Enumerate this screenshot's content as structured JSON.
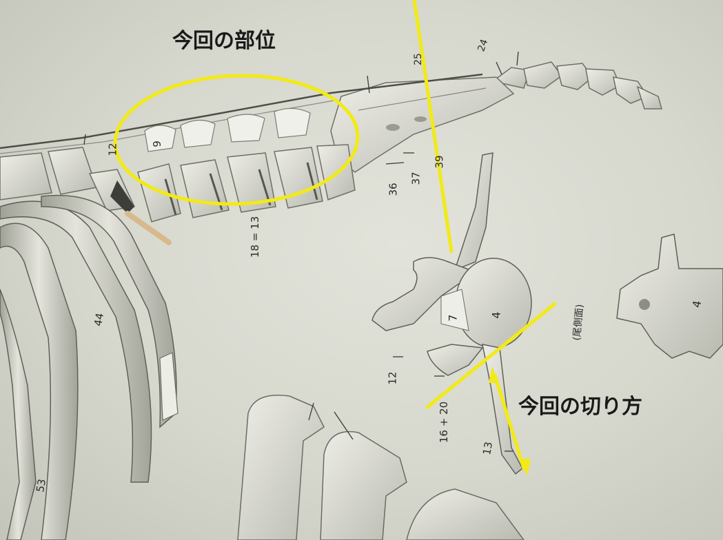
{
  "annotations": {
    "region_label": "今回の部位",
    "cut_label": "今回の切り方",
    "highlight_color": "#f2ea16"
  },
  "number_labels": [
    "24",
    "25",
    "9",
    "12",
    "36",
    "37",
    "39",
    "18 = 13",
    "44",
    "53",
    "7",
    "4",
    "12",
    "16 + 20",
    "13",
    "4"
  ],
  "view_label": "(尾側面)"
}
